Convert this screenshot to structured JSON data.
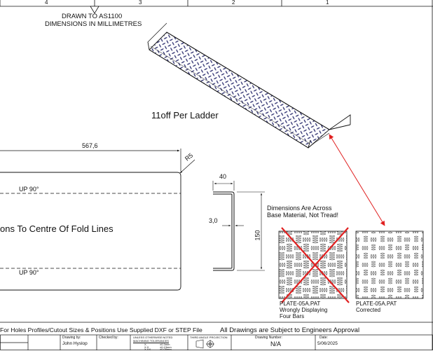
{
  "border": {
    "zones": [
      "4",
      "3",
      "2",
      "1"
    ]
  },
  "header": {
    "standard_note": "DRAWN TO AS1100",
    "units_note": "DIMENSIONS IN MILLIMETRES"
  },
  "tread_view": {
    "quantity_note": "11off Per Ladder"
  },
  "flat_pattern": {
    "length_dim": "567,6",
    "radius_dim": "R5",
    "fold_top": "UP 90°",
    "fold_bottom": "UP 90°",
    "center_note": "ons To Centre Of Fold Lines"
  },
  "section": {
    "flange_dim": "40",
    "thickness_dim": "3,0",
    "height_dim": "150"
  },
  "pattern_note": {
    "line1": "Dimensions Are Across",
    "line2": "Base Material, Not Tread!"
  },
  "swatches": {
    "wrong": {
      "line1": "PLATE-05A.PAT",
      "line2": "Wrongly Displaying",
      "line3": "Four Bars"
    },
    "correct": {
      "line1": "PLATE-05A.PAT",
      "line2": "Corrected"
    }
  },
  "footer_notes": {
    "left": "For Holes Profiles/Cutout Sizes & Positions Use Supplied DXF or STEP File",
    "right": "All Drawings are Subject to Engineers Approval"
  },
  "title_block": {
    "drawn_by_label": "Drawing by:",
    "drawn_by": "John Hyslop",
    "checked_by_label": "Checked by:",
    "tolerance_title": "UNLESS OTHERWISE NOTED",
    "tolerance_sub": "MACHINING TOLERANCES",
    "tol_row1_key": "X.",
    "tol_row1_val": "±0.3mm",
    "tol_row2_key": "X.X",
    "tol_row2_val": "±0.13mm",
    "tol_row3_key": "X.XX",
    "tol_row3_val": "±0.05mm",
    "projection_label": "THIRD ANGLE PROJECTION",
    "drawing_number_label": "Drawing Number:",
    "drawing_number": "N/A",
    "date_label": "Date:",
    "date": "5/06/2025"
  },
  "colors": {
    "line": "#111111",
    "tread": "#2b2d6e",
    "error_mark": "#e02020"
  }
}
